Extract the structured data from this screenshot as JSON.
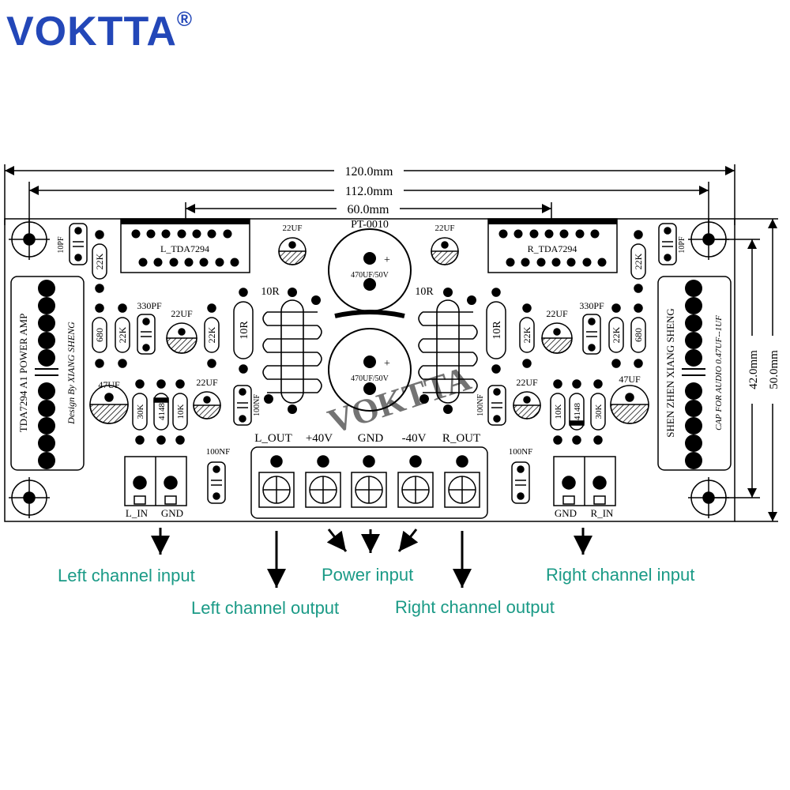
{
  "brand": {
    "name": "VOKTTA",
    "mark": "®",
    "color": "#2347b8"
  },
  "watermark": "VOKTTA",
  "dimensions": {
    "overall": "120.0mm",
    "holes": "112.0mm",
    "chips": "60.0mm",
    "height_holes": "42.0mm",
    "height_board": "50.0mm"
  },
  "board": {
    "model": "PT-0010",
    "left_chip": "L_TDA7294",
    "right_chip": "R_TDA7294",
    "left_title": "TDA7294 A1  POWER AMP",
    "left_credit": "Design By  XIANG SHENG",
    "right_title": "SHEN ZHEN XIANG SHENG",
    "right_note": "CAP FOR AUDIO 0.47UF--1UF",
    "main_cap": "470UF/50V",
    "components": {
      "r10r": "10R",
      "c10pf": "10PF",
      "r22k": "22K",
      "r680": "680",
      "c330pf": "330PF",
      "c22uf": "22UF",
      "c47uf": "47UF",
      "r30k": "30K",
      "d4148": "4148",
      "r10k": "10K",
      "c100nf": "100NF"
    },
    "terminals": {
      "l_out": "L_OUT",
      "plus40": "+40V",
      "gnd": "GND",
      "minus40": "-40V",
      "r_out": "R_OUT",
      "l_in": "L_IN",
      "gnd_left": "GND",
      "gnd_right": "GND",
      "r_in": "R_IN"
    }
  },
  "captions": {
    "left_input": "Left channel input",
    "left_output": "Left channel output",
    "power_input": "Power input",
    "right_output": "Right channel output",
    "right_input": "Right channel input"
  },
  "colors": {
    "caption": "#1a9a86",
    "watermark": "#6a4fb8"
  }
}
